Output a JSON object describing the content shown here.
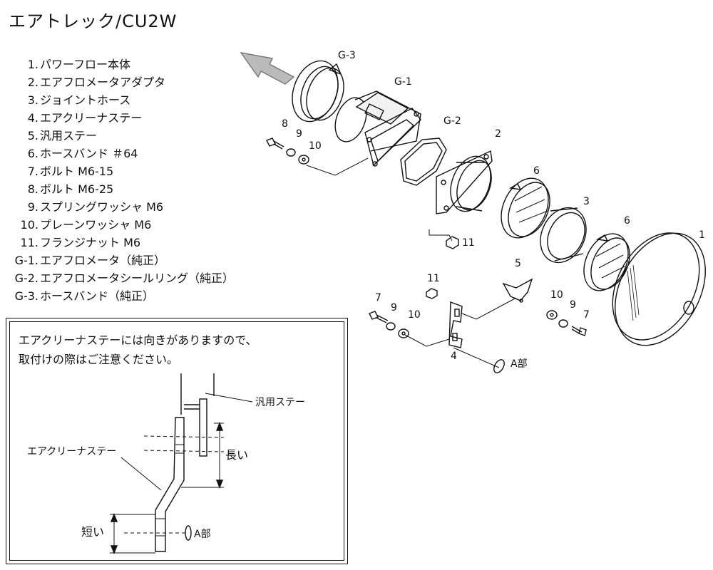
{
  "title": "エアトレック/CU2W",
  "parts": [
    {
      "num": "1.",
      "name": "パワーフロー本体"
    },
    {
      "num": "2.",
      "name": "エアフロメータアダプタ"
    },
    {
      "num": "3.",
      "name": "ジョイントホース"
    },
    {
      "num": "4.",
      "name": "エアクリーナステー"
    },
    {
      "num": "5.",
      "name": "汎用ステー"
    },
    {
      "num": "6.",
      "name": "ホースバンド ＃64"
    },
    {
      "num": "7.",
      "name": "ボルト M6-15"
    },
    {
      "num": "8.",
      "name": "ボルト M6-25"
    },
    {
      "num": "9.",
      "name": "スプリングワッシャ M6"
    },
    {
      "num": "10.",
      "name": "プレーンワッシャ M6"
    },
    {
      "num": "11.",
      "name": "フランジナット M6"
    },
    {
      "num": "G-1.",
      "name": "エアフロメータ（純正）"
    },
    {
      "num": "G-2.",
      "name": "エアフロメータシールリング（純正）"
    },
    {
      "num": "G-3.",
      "name": "ホースバンド（純正）"
    }
  ],
  "callouts": {
    "g3": "G-3",
    "g1": "G-1",
    "g2": "G-2",
    "p8": "8",
    "p9a": "9",
    "p10a": "10",
    "p2": "2",
    "p6a": "6",
    "p3": "3",
    "p6b": "6",
    "p1": "1",
    "p11a": "11",
    "p5": "5",
    "p11b": "11",
    "p7a": "7",
    "p9b": "9",
    "p10b": "10",
    "p4": "4",
    "p10c": "10",
    "p9c": "9",
    "p7b": "7",
    "a_part": "A部"
  },
  "note": {
    "line1": "エアクリーナステーには向きがありますので、",
    "line2": "取付けの際はご注意ください。",
    "label_stay": "汎用ステー",
    "label_cleaner": "エアクリーナステー",
    "label_long": "長い",
    "label_short": "短い",
    "label_a": "A部"
  }
}
